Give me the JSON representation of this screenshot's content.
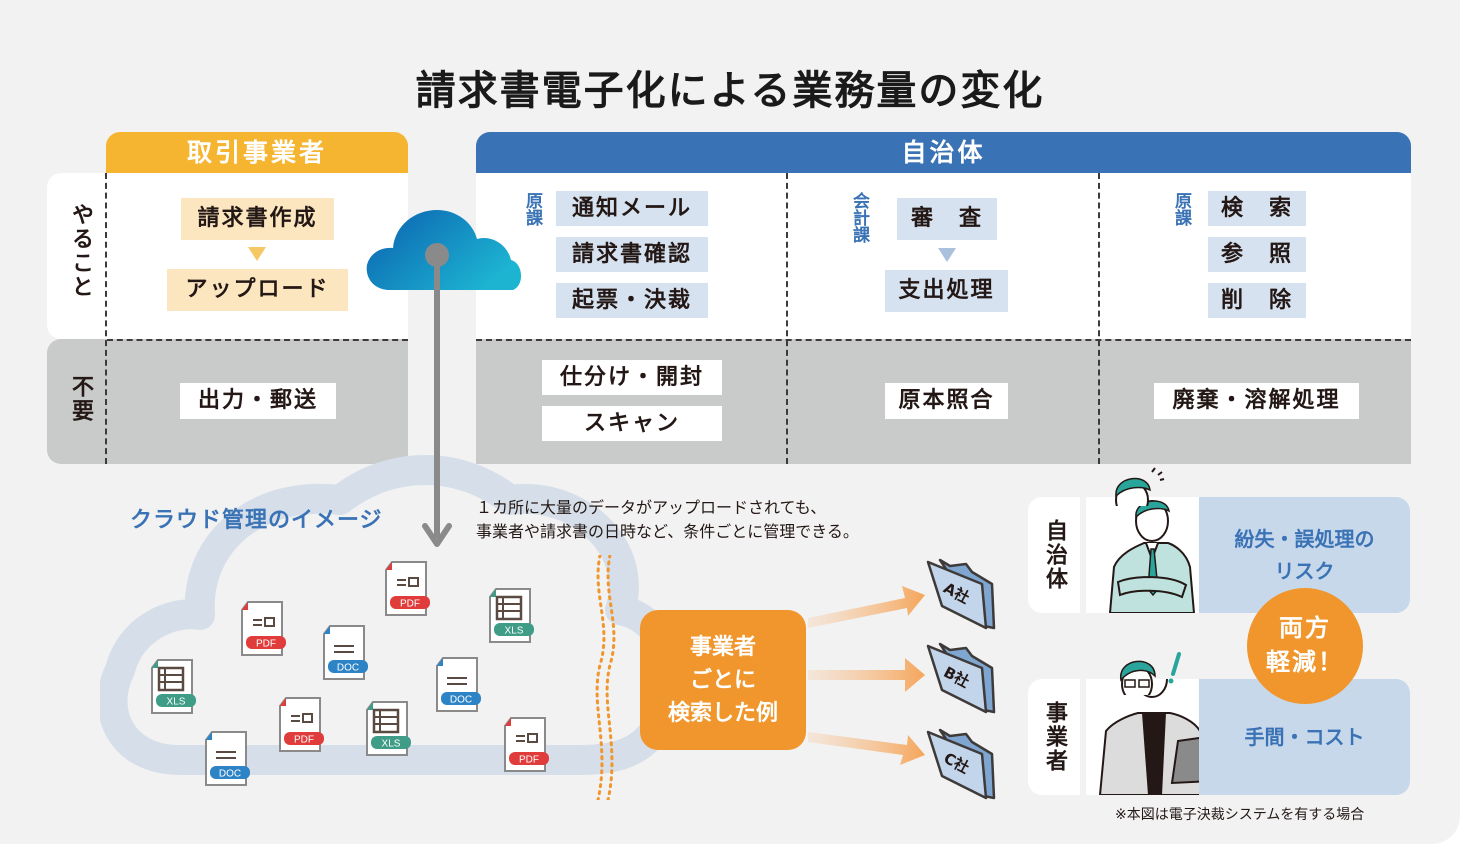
{
  "title": "請求書電子化による業務量の変化",
  "columns": {
    "vendor_header": "取引事業者",
    "municipality_header": "自治体"
  },
  "rows": {
    "todo_label": "やること",
    "unneeded_label": "不要"
  },
  "vendor": {
    "todo": [
      "請求書作成",
      "アップロード"
    ],
    "unneeded": [
      "出力・郵送"
    ]
  },
  "municipality": {
    "sections": [
      {
        "dept": "原課",
        "todo": [
          "通知メール",
          "請求書確認",
          "起票・決裁"
        ],
        "unneeded": [
          "仕分け・開封",
          "スキャン"
        ]
      },
      {
        "dept": "会計課",
        "todo": [
          "審　査",
          "支出処理"
        ],
        "unneeded": [
          "原本照合"
        ]
      },
      {
        "dept": "原課",
        "todo": [
          "検　索",
          "参　照",
          "削　除"
        ],
        "unneeded": [
          "廃棄・溶解処理"
        ]
      }
    ]
  },
  "cloud": {
    "heading": "クラウド管理のイメージ",
    "note_lines": [
      "１カ所に大量のデータがアップロードされても、",
      "事業者や請求書の日時など、条件ごとに管理できる。"
    ],
    "files": [
      "PDF",
      "XLS",
      "PDF",
      "DOC",
      "XLS",
      "DOC",
      "PDF",
      "XLS",
      "DOC",
      "PDF"
    ]
  },
  "search": {
    "lines": [
      "事業者",
      "ごとに",
      "検索した例"
    ],
    "folders": [
      "A社",
      "B社",
      "C社"
    ]
  },
  "effects": {
    "municipality": {
      "label": "自治体",
      "text_lines": [
        "紛失・誤処理の",
        "リスク"
      ]
    },
    "vendor": {
      "label": "事業者",
      "text_lines": [
        "手間・コスト"
      ]
    },
    "badge_lines": [
      "両方",
      "軽減！"
    ]
  },
  "footnote": "※本図は電子決裁システムを有する場合",
  "colors": {
    "vendor_accent": "#f6b530",
    "municipality_accent": "#3a73b5",
    "search_orange": "#f0962c",
    "pdf": "#e03c3c",
    "xls": "#3e9c87",
    "doc": "#2c83c6"
  }
}
